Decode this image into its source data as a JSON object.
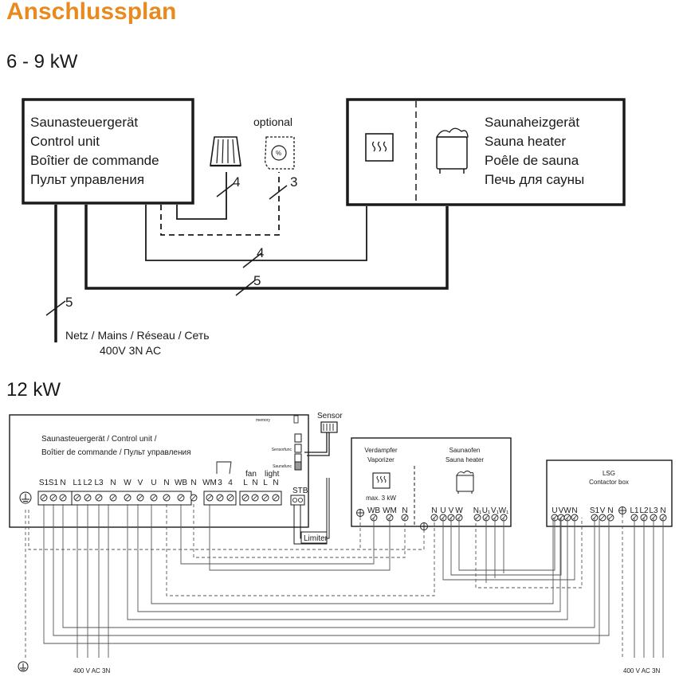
{
  "page": {
    "title": "Anschlussplan",
    "section_1": "6 - 9 kW",
    "section_2": "12 kW"
  },
  "diagram_small": {
    "control_unit_lines": [
      "Saunasteuergerät",
      "Control unit",
      "Boîtier de commande",
      "Пульт управления"
    ],
    "heater_lines": [
      "Saunaheizgerät",
      "Sauna heater",
      "Poêle de sauna",
      "Печь для сауны"
    ],
    "optional_label": "optional",
    "cable_labels": {
      "sensor": "4",
      "optional": "3",
      "cable_4": "4",
      "cable_5_heater": "5",
      "cable_5_mains": "5"
    },
    "mains_lines": [
      "Netz / Mains / Réseau / Сеть",
      "400V 3N AC"
    ]
  },
  "diagram_large": {
    "control_unit_lines": [
      "Saunasteuergerät / Control unit /",
      "Boîtier de commande / Пульт управления"
    ],
    "sensor_label": "Sensor",
    "limiter_label": "Limiter",
    "stb_label": "STB",
    "fan_label": "fan",
    "light_label": "light",
    "terminals_main": [
      "S1",
      "S1",
      "N",
      "L1",
      "L2",
      "L3",
      "N",
      "W",
      "V",
      "U",
      "N",
      "WB",
      "N"
    ],
    "terminals_aux": [
      "WM",
      "3",
      "4"
    ],
    "terminals_fan_light": [
      "L",
      "N",
      "L",
      "N"
    ],
    "switch_labels": [
      "memory",
      "Sensorfunc",
      "Saunafunc"
    ],
    "vaporizer_lines": [
      "Verdampfer",
      "Vaporizer"
    ],
    "vaporizer_max": "max. 3 kW",
    "vaporizer_terminals": [
      "WB",
      "WM",
      "N"
    ],
    "heater_lines": [
      "Saunaofen",
      "Sauna heater"
    ],
    "heater_terminals": [
      "N",
      "U",
      "V",
      "W"
    ],
    "heater_terminals_2": [
      "N₁",
      "U₁",
      "V₁",
      "W₁"
    ],
    "contactor_lines": [
      "LSG",
      "Contactor box"
    ],
    "contactor_terminals_1": [
      "U",
      "V",
      "W",
      "N"
    ],
    "contactor_terminals_2": [
      "S1",
      "V",
      "N"
    ],
    "contactor_terminals_3": [
      "L1",
      "L2",
      "L3",
      "N"
    ],
    "supply_left": "400 V AC 3N",
    "supply_right": "400 V AC 3N"
  }
}
